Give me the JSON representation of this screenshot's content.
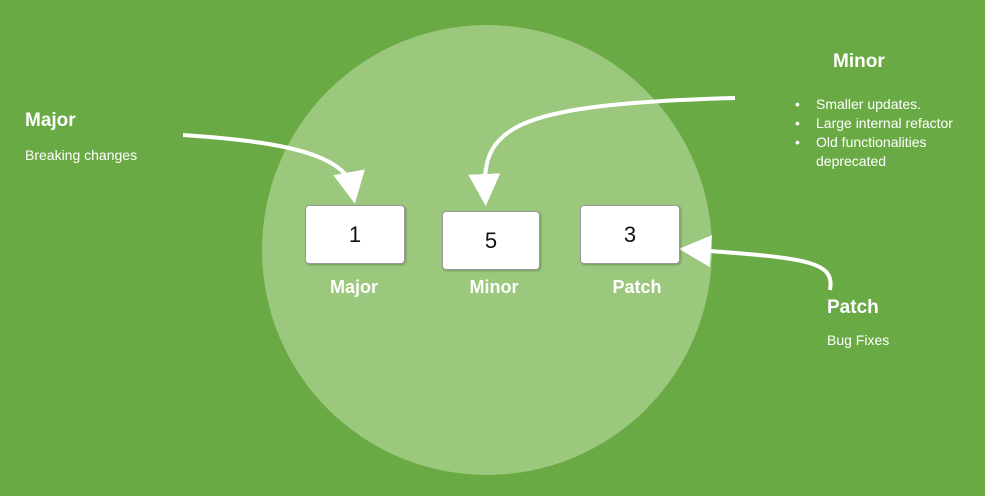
{
  "version": {
    "major": {
      "number": "1",
      "label": "Major"
    },
    "minor": {
      "number": "5",
      "label": "Minor"
    },
    "patch": {
      "number": "3",
      "label": "Patch"
    }
  },
  "callouts": {
    "major": {
      "title": "Major",
      "description": "Breaking changes"
    },
    "minor": {
      "title": "Minor",
      "bullets": [
        "Smaller updates.",
        "Large internal refactor",
        "Old functionalities deprecated"
      ]
    },
    "patch": {
      "title": "Patch",
      "description": "Bug Fixes"
    }
  },
  "colors": {
    "background": "#6aaa45",
    "circle": "#9bc87c",
    "box": "#ffffff",
    "text": "#ffffff"
  }
}
